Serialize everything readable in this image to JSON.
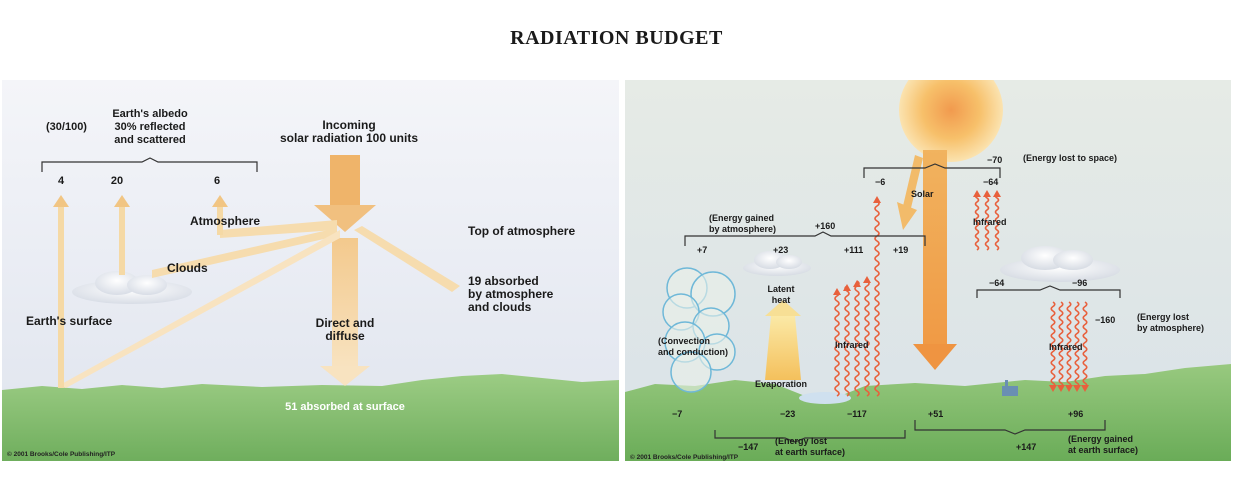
{
  "title": "RADIATION BUDGET",
  "left": {
    "albedo_ratio": "(30/100)",
    "albedo_line1": "Earth's albedo",
    "albedo_line2": "30% reflected",
    "albedo_line3": "and scattered",
    "reflect_surface": "4",
    "reflect_clouds": "20",
    "reflect_atmosphere": "6",
    "incoming_line1": "Incoming",
    "incoming_line2": "solar radiation 100 units",
    "atmosphere": "Atmosphere",
    "top_of_atmosphere": "Top of atmosphere",
    "clouds": "Clouds",
    "earths_surface": "Earth's surface",
    "absorbed_atm_line1": "19 absorbed",
    "absorbed_atm_line2": "by atmosphere",
    "absorbed_atm_line3": "and clouds",
    "direct_line1": "Direct and",
    "direct_line2": "diffuse",
    "absorbed_surface": "51 absorbed at surface",
    "copyright": "© 2001 Brooks/Cole Publishing/ITP"
  },
  "right": {
    "minus70": "−70",
    "energy_lost_space": "(Energy  lost  to space)",
    "minus6": "−6",
    "solar": "Solar",
    "minus64_top": "−64",
    "infrared_space": "Infrared",
    "gained_atm_line1": "(Energy gained",
    "gained_atm_line2": "by atmosphere)",
    "plus160": "+160",
    "plus7": "+7",
    "plus23": "+23",
    "plus111": "+111",
    "plus19": "+19",
    "latent_line1": "Latent",
    "latent_line2": "heat",
    "convection_line1": "(Convection",
    "convection_line2": "and conduction)",
    "infrared_surface": "Infrared",
    "evaporation": "Evaporation",
    "minus64_mid": "−64",
    "minus96": "−96",
    "lost_atm_line1": "(Energy lost",
    "lost_atm_line2": "by atmosphere)",
    "minus160": "−160",
    "infrared_down": "Infrared",
    "minus7": "−7",
    "minus23": "−23",
    "minus117": "−117",
    "plus51": "+51",
    "plus96": "+96",
    "minus147": "−147",
    "lost_surface_line1": "(Energy lost",
    "lost_surface_line2": "at earth surface)",
    "plus147": "+147",
    "gained_surface_line1": "(Energy gained",
    "gained_surface_line2": "at earth surface)",
    "copyright": "© 2001 Brooks/Cole Publishing/ITP"
  },
  "colors": {
    "sky_top": "#ebedf4",
    "sky_bottom": "#dde3ec",
    "ground": "#7fbf6e",
    "arrow_light": "#f5ddb0",
    "arrow_orange": "#efa94e",
    "wave_red": "#e8603c",
    "sun": "#f7c56a"
  }
}
